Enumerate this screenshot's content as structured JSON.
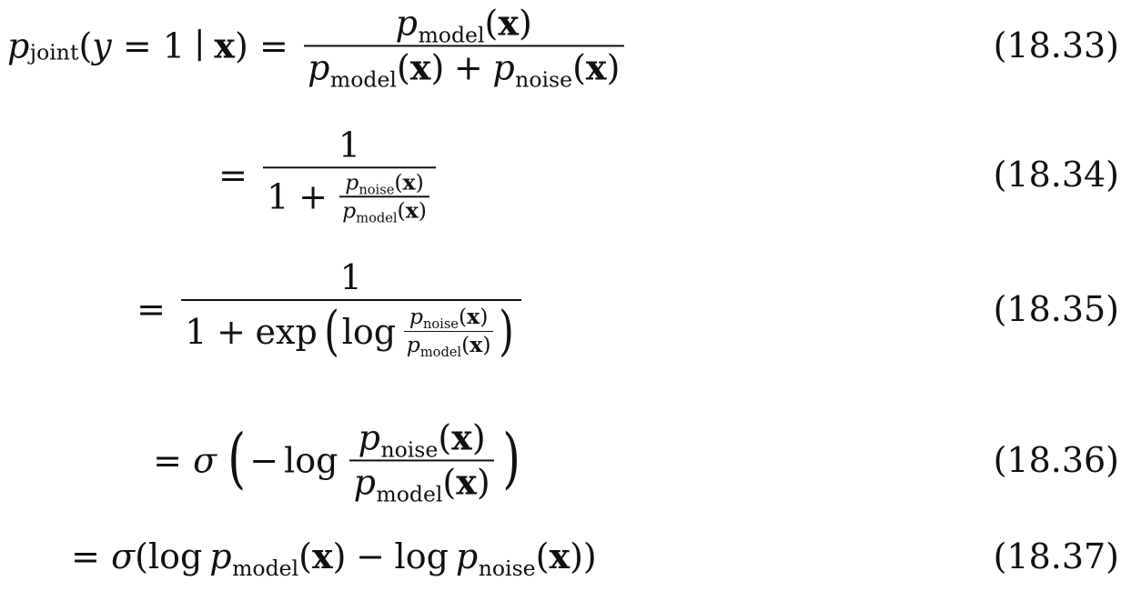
{
  "equations": [
    {
      "number": "(18.33)",
      "lhs": {
        "p": "p",
        "p_sub": "joint",
        "open": "(",
        "y": "y",
        "eq": "=",
        "one": "1",
        "given": "∣",
        "x": "x",
        "close": ")"
      },
      "rel": "=",
      "frac": {
        "num": {
          "p": "p",
          "sub": "model",
          "open": "(",
          "x": "x",
          "close": ")"
        },
        "den": {
          "p1": "p",
          "sub1": "model",
          "open1": "(",
          "x1": "x",
          "close1": ")",
          "plus": "+",
          "p2": "p",
          "sub2": "noise",
          "open2": "(",
          "x2": "x",
          "close2": ")"
        }
      }
    },
    {
      "number": "(18.34)",
      "rel": "=",
      "num": "1",
      "den_one": "1",
      "plus": "+",
      "inner": {
        "num": {
          "p": "p",
          "sub": "noise",
          "open": "(",
          "x": "x",
          "close": ")"
        },
        "den": {
          "p": "p",
          "sub": "model",
          "open": "(",
          "x": "x",
          "close": ")"
        }
      }
    },
    {
      "number": "(18.35)",
      "rel": "=",
      "num": "1",
      "den_one": "1",
      "plus": "+",
      "exp": "exp",
      "open": "(",
      "log": "log",
      "close": ")",
      "inner": {
        "num": {
          "p": "p",
          "sub": "noise",
          "open": "(",
          "x": "x",
          "close": ")"
        },
        "den": {
          "p": "p",
          "sub": "model",
          "open": "(",
          "x": "x",
          "close": ")"
        }
      }
    },
    {
      "number": "(18.36)",
      "rel": "=",
      "sigma": "σ",
      "open": "(",
      "minus": "−",
      "log": "log",
      "close": ")",
      "frac": {
        "num": {
          "p": "p",
          "sub": "noise",
          "open": "(",
          "x": "x",
          "close": ")"
        },
        "den": {
          "p": "p",
          "sub": "model",
          "open": "(",
          "x": "x",
          "close": ")"
        }
      }
    },
    {
      "number": "(18.37)",
      "rel": "=",
      "sigma": "σ",
      "open": "(",
      "log1": "log",
      "p1": "p",
      "sub1": "model",
      "open1": "(",
      "x1": "x",
      "close1": ")",
      "minus": "−",
      "log2": "log",
      "p2": "p",
      "sub2": "noise",
      "open2": "(",
      "x2": "x",
      "close2": "))"
    }
  ]
}
